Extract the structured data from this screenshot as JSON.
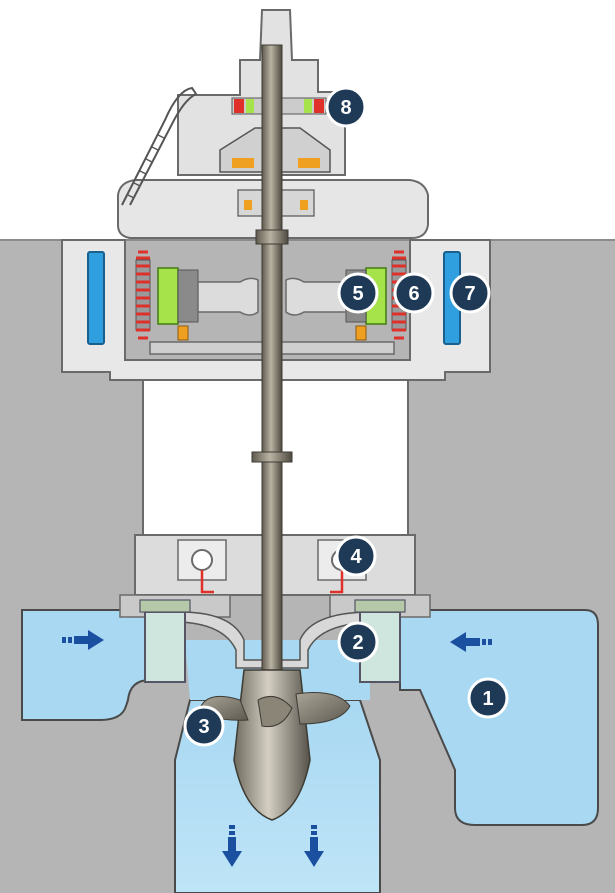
{
  "colors": {
    "ground": "#b5b5b5",
    "ground_edge": "#8c8c8c",
    "structure": "#e4e4e4",
    "structure_edge": "#6a6a6a",
    "water": "#a8d8f2",
    "water_edge": "#4a4a4a",
    "shaft": "#8a8474",
    "badge_fill": "#1f3a57",
    "badge_ring": "#ffffff",
    "arrow": "#1b4fa0",
    "stator_blue": "#2f9fe0",
    "pole_green": "#a6e34a",
    "coil_red": "#e0302a",
    "bearing_orange": "#f0a020"
  },
  "badges": [
    {
      "id": 1,
      "label": "1",
      "part": "water-inlet"
    },
    {
      "id": 2,
      "label": "2",
      "part": "wicket-gates"
    },
    {
      "id": 3,
      "label": "3",
      "part": "propeller-runner"
    },
    {
      "id": 4,
      "label": "4",
      "part": "turbine-guide-bearing"
    },
    {
      "id": 5,
      "label": "5",
      "part": "rotor"
    },
    {
      "id": 6,
      "label": "6",
      "part": "stator"
    },
    {
      "id": 7,
      "label": "7",
      "part": "generator-cooler"
    },
    {
      "id": 8,
      "label": "8",
      "part": "exciter"
    }
  ],
  "flow_arrows": [
    {
      "direction": "right",
      "part": "inflow-left"
    },
    {
      "direction": "left",
      "part": "inflow-right"
    },
    {
      "direction": "down",
      "part": "outflow-left"
    },
    {
      "direction": "down",
      "part": "outflow-right"
    }
  ]
}
